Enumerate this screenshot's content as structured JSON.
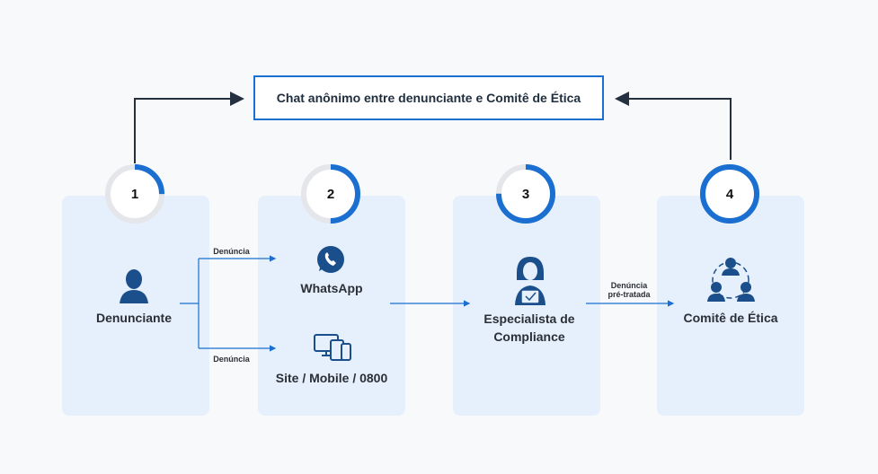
{
  "chat_box": {
    "text": "Chat anônimo entre denunciante e Comitê de Ética"
  },
  "steps": [
    {
      "number": "1",
      "progress": 0.25,
      "label": "Denunciante"
    },
    {
      "number": "2",
      "progress": 0.5
    },
    {
      "number": "3",
      "progress": 0.75,
      "label_line1": "Especialista de",
      "label_line2": "Compliance"
    },
    {
      "number": "4",
      "progress": 1.0,
      "label": "Comitê de Ética"
    }
  ],
  "channels": [
    {
      "label": "WhatsApp",
      "edge_label": "Denúncia"
    },
    {
      "label": "Site / Mobile / 0800",
      "edge_label": "Denúncia"
    }
  ],
  "pretreated_edge": {
    "line1": "Denúncia",
    "line2": "pré-tratada"
  },
  "colors": {
    "accent": "#1a6fd0",
    "icon": "#1b4f8c",
    "card": "#e6effc",
    "ring_track": "#e4e6ea",
    "connector": "#243040"
  }
}
